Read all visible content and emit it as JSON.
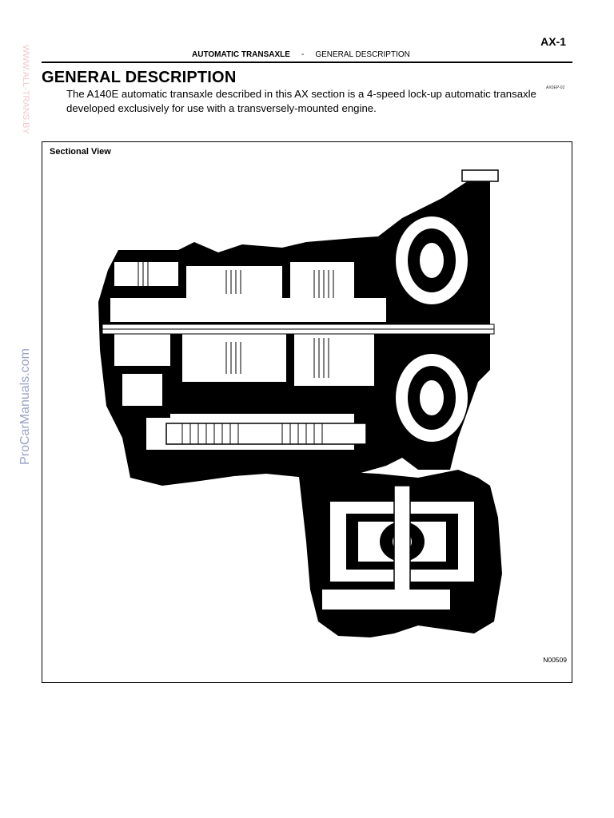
{
  "header": {
    "page_number": "AX-1",
    "section": "AUTOMATIC TRANSAXLE",
    "separator": "-",
    "subsection": "GENERAL DESCRIPTION"
  },
  "title": "GENERAL DESCRIPTION",
  "doc_code": "AX0EP-02",
  "intro": "The A140E automatic transaxle described in this AX section is a 4-speed lock-up automatic transaxle developed exclusively for use with a transversely-mounted engine.",
  "watermarks": {
    "top": "WWW.ALL-TRANS.BY",
    "side": "ProCarManuals.com"
  },
  "figure": {
    "title": "Sectional View",
    "code": "N00509"
  }
}
